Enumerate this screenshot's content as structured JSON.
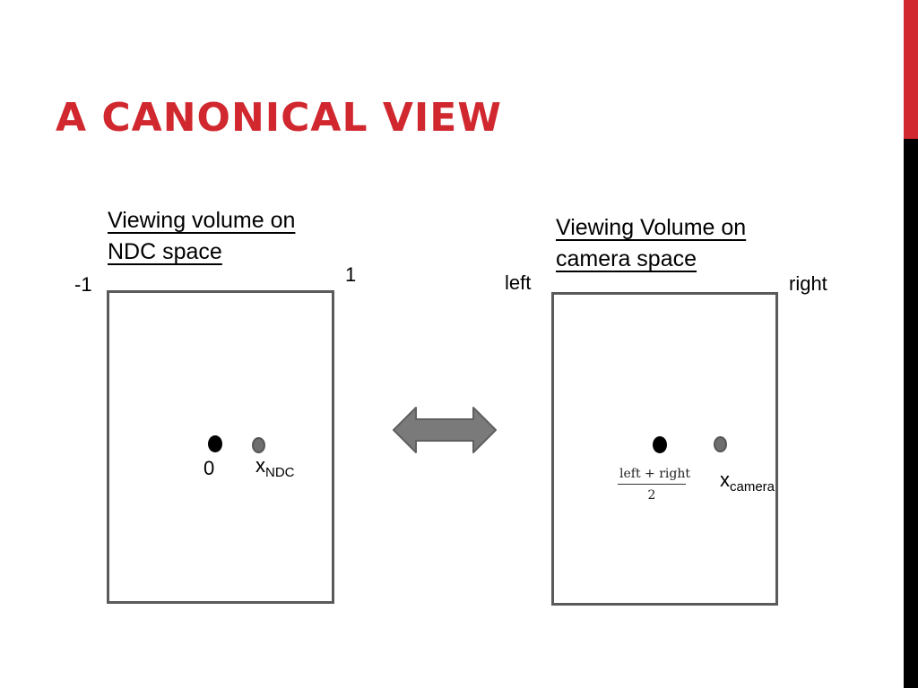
{
  "colors": {
    "accent_red": "#d0282e",
    "side_black": "#000000",
    "box_border": "#5a5a5a",
    "arrow_fill": "#7a7a7a",
    "dot_center": "#000000",
    "dot_point": "#6e6e6e"
  },
  "slide": {
    "title": "A CANONICAL VIEW"
  },
  "ndc": {
    "caption_line1": "Viewing volume on",
    "caption_line2": "NDC space",
    "label_min": "-1",
    "label_max": "1",
    "label_center": "0",
    "point_label": "x",
    "point_label_sub": "NDC"
  },
  "camera": {
    "caption_line1": "Viewing Volume on",
    "caption_line2": "camera space",
    "label_left": "left",
    "label_right": "right",
    "center_numerator": "left + right",
    "center_denominator": "2",
    "point_label": "x",
    "point_label_sub": "camera"
  },
  "arrow_icon": "double-headed-arrow"
}
